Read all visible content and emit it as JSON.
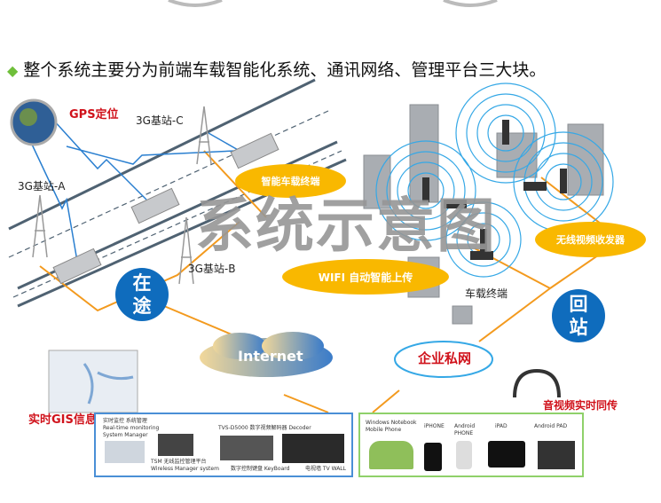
{
  "heading": "整个系统主要分为前端车载智能化系统、通讯网络、管理平台三大块。",
  "labels": {
    "gps": "GPS定位",
    "station_c": "3G基站-C",
    "station_a": "3G基站-A",
    "station_b": "3G基站-B",
    "vehicle_terminal_oval": "智能车载终端",
    "wifi_upload": "WIFI 自动智能上传",
    "wireless_transceiver": "无线视频收发器",
    "vehicle_terminal": "车载终端",
    "in_transit": [
      "在",
      "途"
    ],
    "return_station": [
      "回",
      "站"
    ],
    "internet": "Internet",
    "private_network": "企业私网",
    "gis": "实时GIS信息",
    "av_sync": "音视频实时同传",
    "watermark": "系统示意图"
  },
  "management_box": {
    "items": [
      "实时监控 系统管理",
      "Real-time monitoring",
      "System Manager",
      "TVS-D5000 数字视频解码器 Decoder",
      "TSM 无线监控管理平台",
      "Wireless Manager system",
      "数字控制键盘 KeyBoard",
      "电视墙 TV WALL"
    ]
  },
  "clients_box": {
    "items": [
      "Windows Notebook",
      "Mobile Phone",
      "iPHONE",
      "Android",
      "PHONE",
      "iPAD",
      "Android PAD"
    ]
  },
  "colors": {
    "accent_orange": "#f39a1e",
    "blue_circle": "#0f6cbd",
    "yellow_oval": "#f9b800",
    "red_text": "#d0121b",
    "box_blue": "#4a8fd6",
    "box_green": "#8fd16a"
  }
}
